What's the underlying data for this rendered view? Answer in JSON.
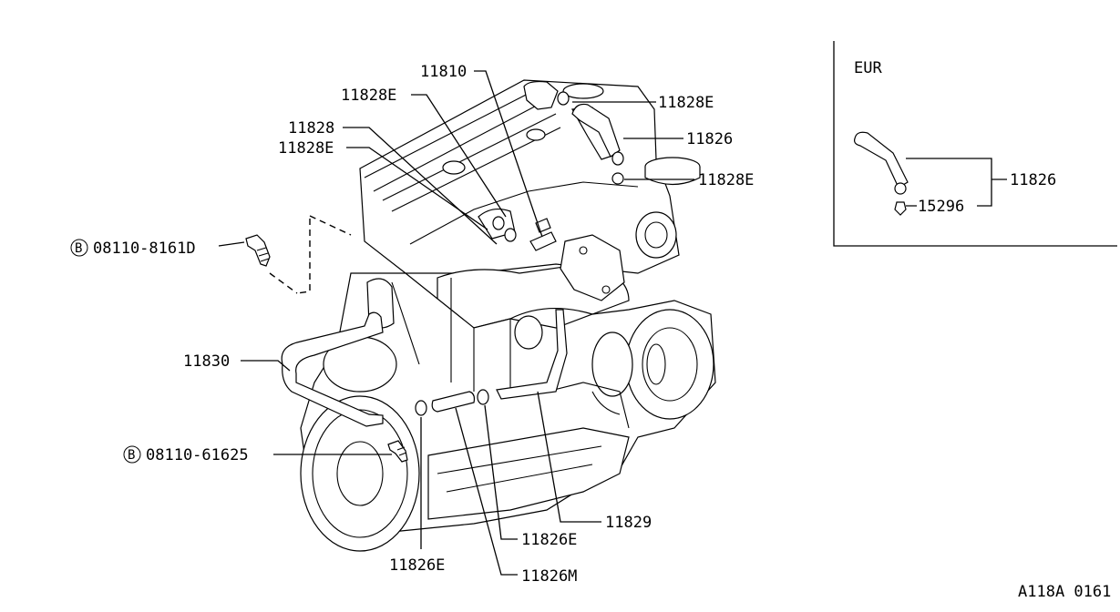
{
  "callouts": {
    "p11810": "11810",
    "p11828E_top_left": "11828E",
    "p11828E_top_right": "11828E",
    "p11826_top": "11826",
    "p11828": "11828",
    "p11828E_mid_left": "11828E",
    "p11828E_mid_right": "11828E",
    "bolt_upper": "08110-8161D",
    "bolt_lower": "08110-61625",
    "bolt_marker": "B",
    "p11830": "11830",
    "p11829": "11829",
    "p11826E_right": "11826E",
    "p11826E_bottom": "11826E",
    "p11826M": "11826M"
  },
  "inset": {
    "region_label": "EUR",
    "p11826": "11826",
    "p15296": "15296"
  },
  "diagram_code": "A118A 0161"
}
